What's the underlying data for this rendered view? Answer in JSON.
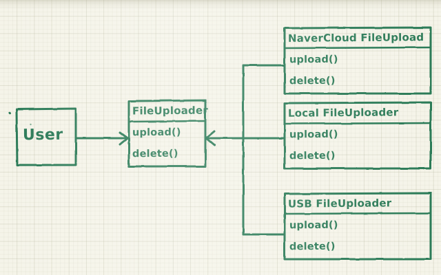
{
  "diagram": {
    "type": "uml-class-diagram",
    "style": "hand-drawn-on-graph-paper",
    "ink_color": "#2b7a57",
    "paper_color": "#f5f4e9",
    "grid_color": "#b0b096"
  },
  "actor": {
    "name": "User"
  },
  "interface": {
    "title": "FileUploader",
    "methods": [
      "upload()",
      "delete()"
    ]
  },
  "implementations": [
    {
      "title": "NaverCloud FileUpload",
      "methods": [
        "upload()",
        "delete()"
      ]
    },
    {
      "title": "Local FileUploader",
      "methods": [
        "upload()",
        "delete()"
      ]
    },
    {
      "title": "USB FileUploader",
      "methods": [
        "upload()",
        "delete()"
      ]
    }
  ],
  "connections": {
    "user_to_interface": "association-arrow",
    "implementations_to_interface": "generalization-arrow"
  },
  "cutoff": {
    "bottom_fragment": ""
  }
}
